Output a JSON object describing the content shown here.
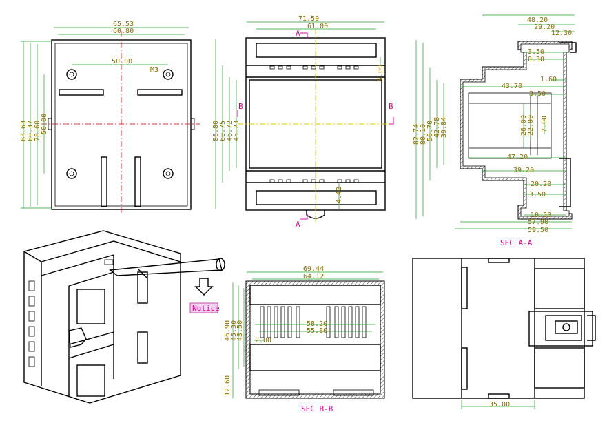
{
  "front_view": {
    "dims": [
      "65.53",
      "60.80",
      "50.00",
      "M3",
      "83.63",
      "80.37",
      "78.60",
      "50.00"
    ]
  },
  "side_view": {
    "dims": [
      "71.50",
      "61.00",
      "5.00",
      "86.80",
      "60.75",
      "46.72",
      "45.23",
      "4.42"
    ],
    "section_markers": [
      "A",
      "A",
      "B",
      "B"
    ]
  },
  "section_aa": {
    "dims": [
      "48.20",
      "29.20",
      "12.30",
      "3.50",
      "0.30",
      "1.60",
      "43.70",
      "3.50",
      "82.74",
      "80.10",
      "56.70",
      "42.78",
      "39.84",
      "26.00",
      "22.00",
      "7.00",
      "47.20",
      "39.20",
      "20.20",
      "3.50",
      "10.50",
      "57.90",
      "59.50"
    ],
    "title": "SEC A-A"
  },
  "iso_view": {
    "notice_label": "Notice"
  },
  "section_bb": {
    "dims": [
      "69.44",
      "64.12",
      "46.90",
      "45.30",
      "43.50",
      "2.00",
      "58.20",
      "55.80",
      "12.60"
    ],
    "title": "SEC B-B"
  },
  "bottom_view": {
    "dims": [
      "35.00"
    ]
  },
  "colors": {
    "dimension_text": "#8a6d00",
    "dimension_line": "#17a020",
    "label": "#d4008a",
    "centerline": "#d00000"
  }
}
